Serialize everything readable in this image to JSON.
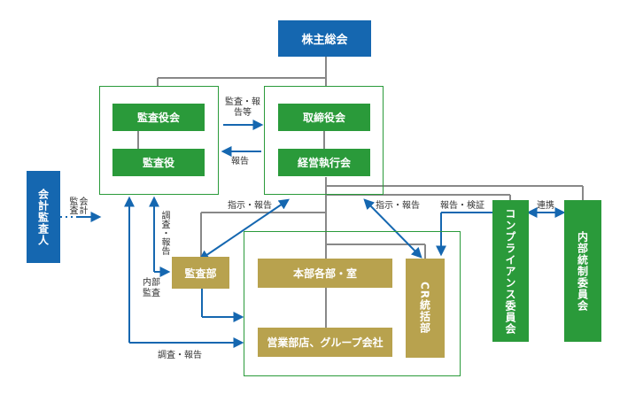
{
  "nodes": {
    "shareholders": "株主総会",
    "audit_board": "監査役会",
    "auditor": "監査役",
    "board": "取締役会",
    "executive": "経営執行会",
    "external_auditor": "会計監査人",
    "audit_dept": "監査部",
    "hq_depts": "本部各部・室",
    "branches": "営業部店、グループ会社",
    "cr_dept": "CR統括部",
    "compliance": "コンプライアンス委員会",
    "internal_control": "内部統制委員会"
  },
  "edges": {
    "audit_report": "監査・報告等",
    "report": "報告",
    "accounting_audit": "会計監査",
    "instruct_report_left": "指示・報告",
    "instruct_report_right": "指示・報告",
    "survey_report_v": "調査・報告",
    "internal_audit": "内部監査",
    "survey_report_h": "調査・報告",
    "report_verify": "報告・検証",
    "cooperation": "連携"
  },
  "colors": {
    "blue": "#1567b0",
    "green": "#2a9a3a",
    "tan": "#b8a24e",
    "arrow": "#1567b0",
    "line": "#888888"
  }
}
